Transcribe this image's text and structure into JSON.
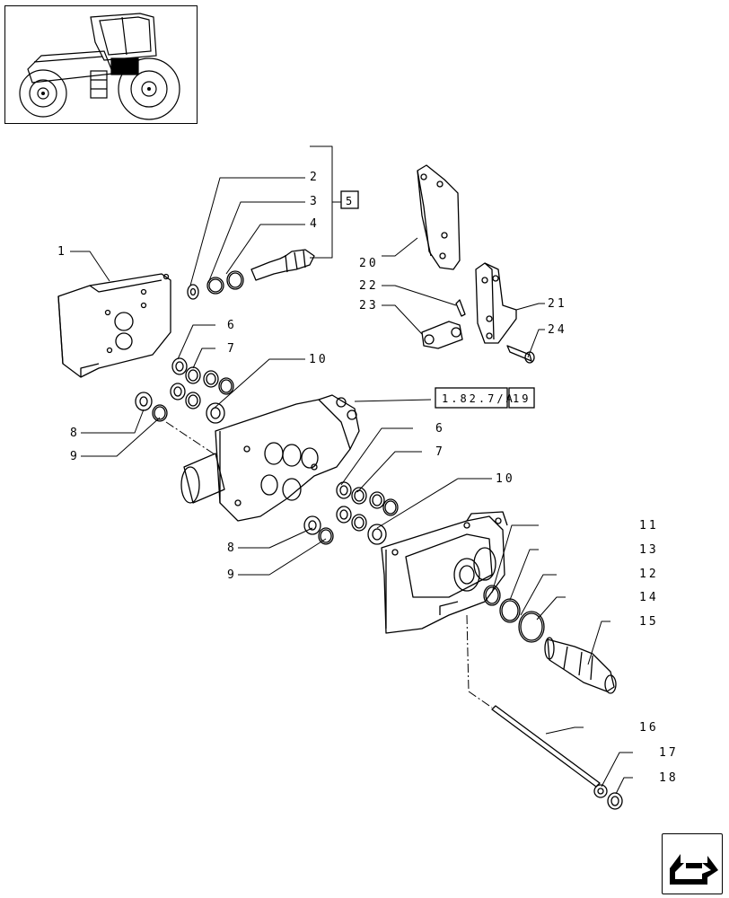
{
  "thumbnail": {
    "icon": "tractor-icon"
  },
  "nav": {
    "icon": "next-page-arrow-icon"
  },
  "refs": {
    "group_ref": "5",
    "drawing_ref": "1.82.7/A",
    "drawing_sheet": "19"
  },
  "callouts": {
    "c1": "1",
    "c2": "2",
    "c3": "3",
    "c4": "4",
    "c6a": "6",
    "c7a": "7",
    "c8a": "8",
    "c9a": "9",
    "c10a": "10",
    "c6b": "6",
    "c7b": "7",
    "c8b": "8",
    "c9b": "9",
    "c10b": "10",
    "c11": "11",
    "c12": "12",
    "c13": "13",
    "c14": "14",
    "c15": "15",
    "c16": "16",
    "c17": "17",
    "c18": "18",
    "c20": "20",
    "c21": "21",
    "c22": "22",
    "c23": "23",
    "c24": "24"
  }
}
